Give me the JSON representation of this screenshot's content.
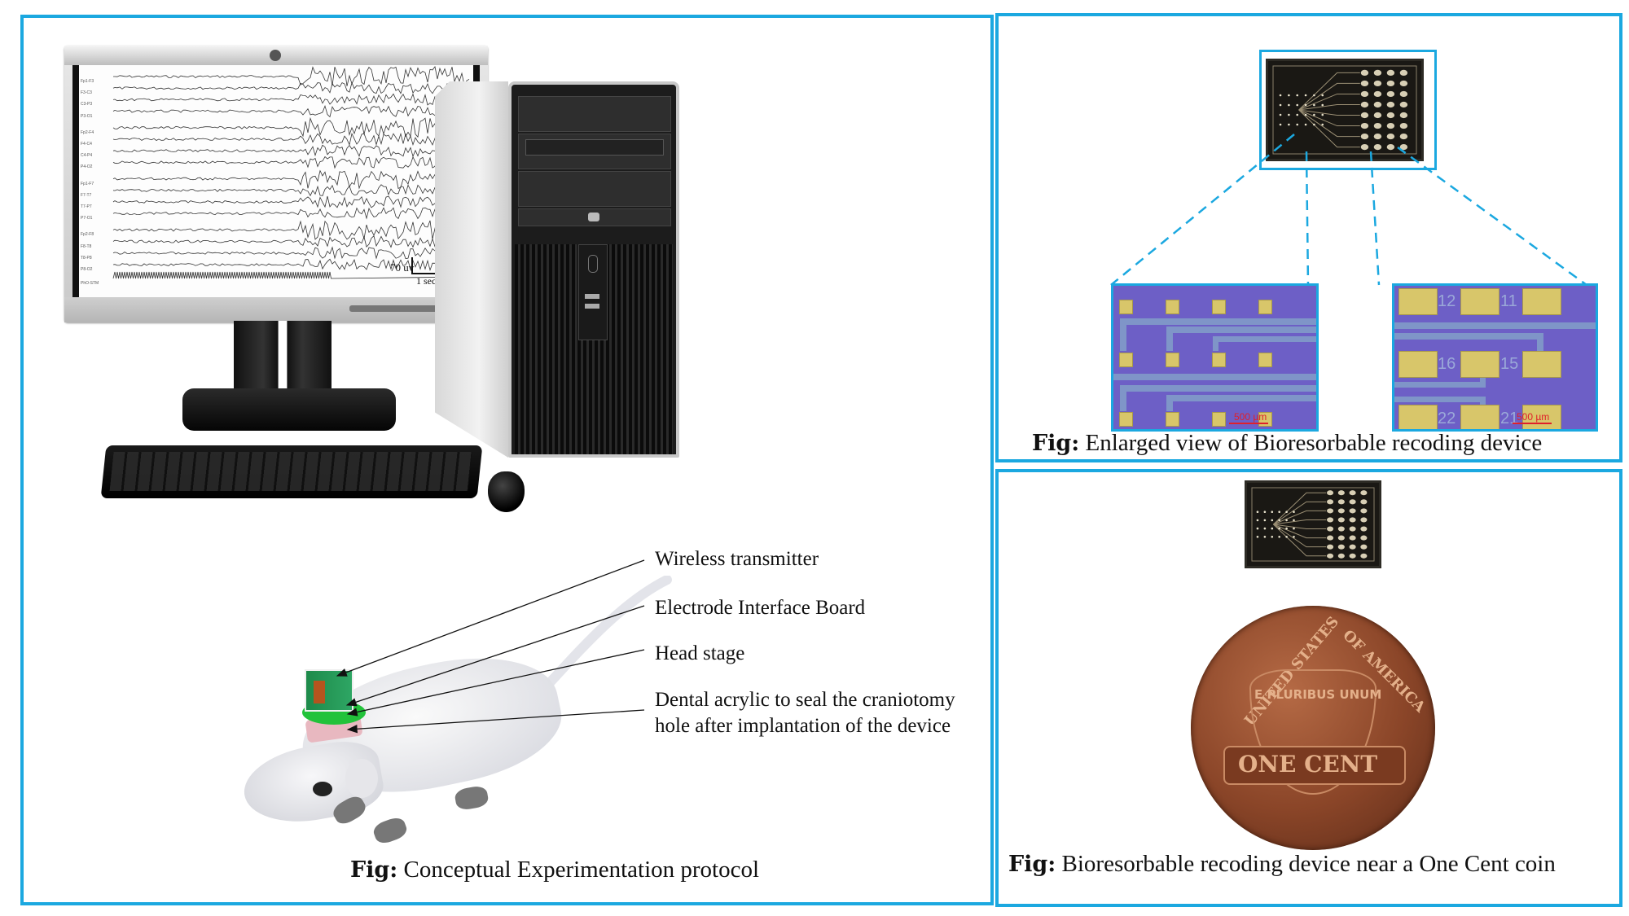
{
  "panels": {
    "left": {
      "caption_prefix": "Fig:",
      "caption_text": " Conceptual Experimentation protocol",
      "eeg": {
        "channels": [
          "Fp1-F3",
          "F3-C3",
          "C3-P3",
          "P3-O1",
          "Fp2-F4",
          "F4-C4",
          "C4-P4",
          "P4-O2",
          "Fp1-F7",
          "F7-T7",
          "T7-P7",
          "P7-O1",
          "Fp2-F8",
          "F8-T8",
          "T8-P8",
          "P8-O2",
          "PhO-STM"
        ],
        "scale_amplitude": "70 uv",
        "scale_time": "1 sec"
      },
      "labels": [
        {
          "text": "Wireless transmitter"
        },
        {
          "text": "Electrode Interface Board"
        },
        {
          "text": "Head stage"
        },
        {
          "text": "Dental acrylic to seal the craniotomy"
        },
        {
          "text": "hole after implantation of the device"
        }
      ]
    },
    "top_right": {
      "caption_prefix": "Fig:",
      "caption_text": " Enlarged view of Bioresorbable recoding device",
      "scale_label_left": "500 µm",
      "scale_label_right": "500 µm",
      "pad_numbers": [
        "12",
        "11",
        "16",
        "15",
        "22",
        "21"
      ]
    },
    "bottom_right": {
      "caption_prefix": "Fig:",
      "caption_text": " Bioresorbable recoding device near a One Cent coin",
      "coin": {
        "rim_text_left": "UNITED STATES",
        "rim_text_right": "OF AMERICA",
        "motto": "E PLURIBUS UNUM",
        "denomination": "ONE CENT"
      }
    }
  },
  "colors": {
    "frame": "#1ba8e0",
    "micrograph_bg": "#6d5fc6",
    "pad_gold": "#d8c66a",
    "scale_red": "#e0202a"
  }
}
